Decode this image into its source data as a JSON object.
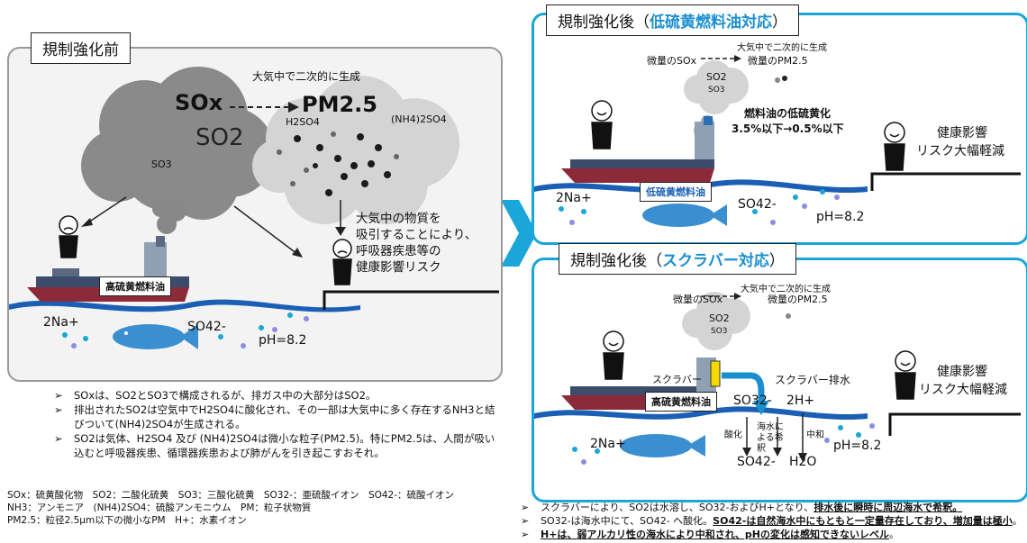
{
  "left": {
    "title": "規制強化前",
    "secondary": "大気中で二次的に生成",
    "sox": "SOx",
    "pm": "PM2.5",
    "so2": "SO2",
    "so3": "SO3",
    "h2so4": "H2SO4",
    "nh4": "(NH4)2SO4",
    "fuel": "高硫黄燃料油",
    "inhale": [
      "大気中の物質を",
      "吸引することにより、",
      "呼吸器疾患等の",
      "健康影響リスク"
    ],
    "na": "2Na+",
    "so4": "SO42-",
    "ph": "pH=8.2"
  },
  "right_top": {
    "title_prefix": "規制強化後（",
    "title_hl": "低硫黄燃料油対応",
    "title_suffix": "）",
    "secondary": "大気中で二次的に生成",
    "trace_sox": "微量のSOx",
    "trace_pm": "微量のPM2.5",
    "so2": "SO2",
    "so3": "SO3",
    "low_title": "燃料油の低硫黄化",
    "low_value": "3.5%以下→0.5%以下",
    "fuel": "低硫黄燃料油",
    "health": [
      "健康影響",
      "リスク大幅軽減"
    ],
    "na": "2Na+",
    "so4": "SO42-",
    "ph": "pH=8.2"
  },
  "right_bottom": {
    "title_prefix": "規制強化後（",
    "title_hl": "スクラバー対応",
    "title_suffix": "）",
    "secondary": "大気中で二次的に生成",
    "trace_sox": "微量のSOx",
    "trace_pm": "微量のPM2.5",
    "so2": "SO2",
    "so3": "SO3",
    "scrubber": "スクラバー",
    "scrubber_water": "スクラバー排水",
    "fuel": "高硫黄燃料油",
    "so3ion": "SO32-",
    "h": "2H+",
    "oxid": "酸化",
    "dilute": [
      "海水に",
      "よる希",
      "釈"
    ],
    "neutral": "中和",
    "so4": "SO42-",
    "h2o": "H2O",
    "na": "2Na+",
    "ph": "pH=8.2",
    "health": [
      "健康影響",
      "リスク大幅軽減"
    ]
  },
  "left_bullets": [
    "SOxは、SO2とSO3で構成されるが、排ガス中の大部分はSO2。",
    "排出されたSO2は空気中でH2SO4に酸化され、その一部は大気中に多く存在するNH3と結びついて(NH4)2SO4が生成される。",
    "SO2は気体、H2SO4 及び (NH4)2SO4は微小な粒子(PM2.5)。特にPM2.5は、人間が吸い込むと呼吸器疾患、循環器疾患および肺がんを引き起こすおそれ。"
  ],
  "legend": [
    "SOx：硫黄酸化物　SO2：二酸化硫黄　SO3：三酸化硫黄　SO32-：亜硫酸イオン　SO42-：硫酸イオン",
    "NH3：アンモニア　(NH4)2SO4：硫酸アンモニウム　PM：粒子状物質",
    "PM2.5：粒径2.5μm以下の微小なPM　H+：水素イオン"
  ],
  "right_bullets": {
    "b1_plain": "スクラバーにより、SO2は水溶し、SO32-およびH+となり、",
    "b1_u": "排水後に瞬時に周辺海水で希釈。",
    "b2_plain": "SO32-は海水中にて、SO42- へ酸化。",
    "b2_u": "SO42-は自然海水中にもともと一定量存在しており、増加量は極小",
    "b2_end": "。",
    "b3_u": "H+は、弱アルカリ性の海水により中和され、pHの変化は感知できないレベル",
    "b3_end": "。"
  },
  "colors": {
    "accent": "#1aa6d8",
    "water": "#1a5fb4",
    "fish": "#3a8fd0",
    "ship": "#3c4c6a"
  }
}
